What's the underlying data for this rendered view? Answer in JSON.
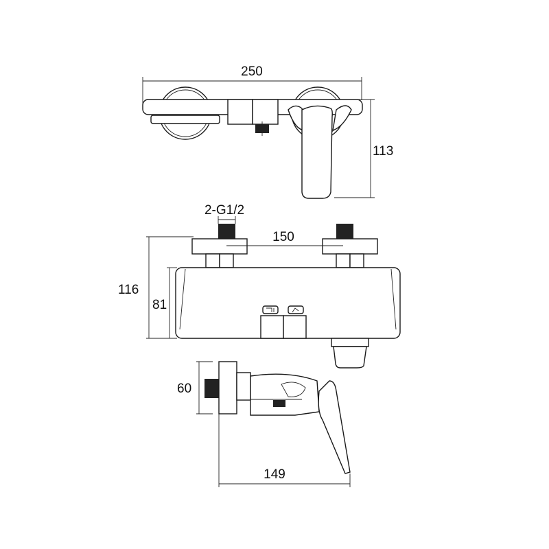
{
  "title": "Wall-mounted bath mixer dimension drawing",
  "dimensions": {
    "top_width": "250",
    "top_height": "113",
    "inlet_thread": "2-G1/2",
    "inlet_spacing": "150",
    "front_total_height": "116",
    "front_body_height": "81",
    "side_plate_height": "60",
    "side_depth": "149"
  },
  "icons": [
    "shower-diverter-icon",
    "spout-diverter-icon"
  ]
}
